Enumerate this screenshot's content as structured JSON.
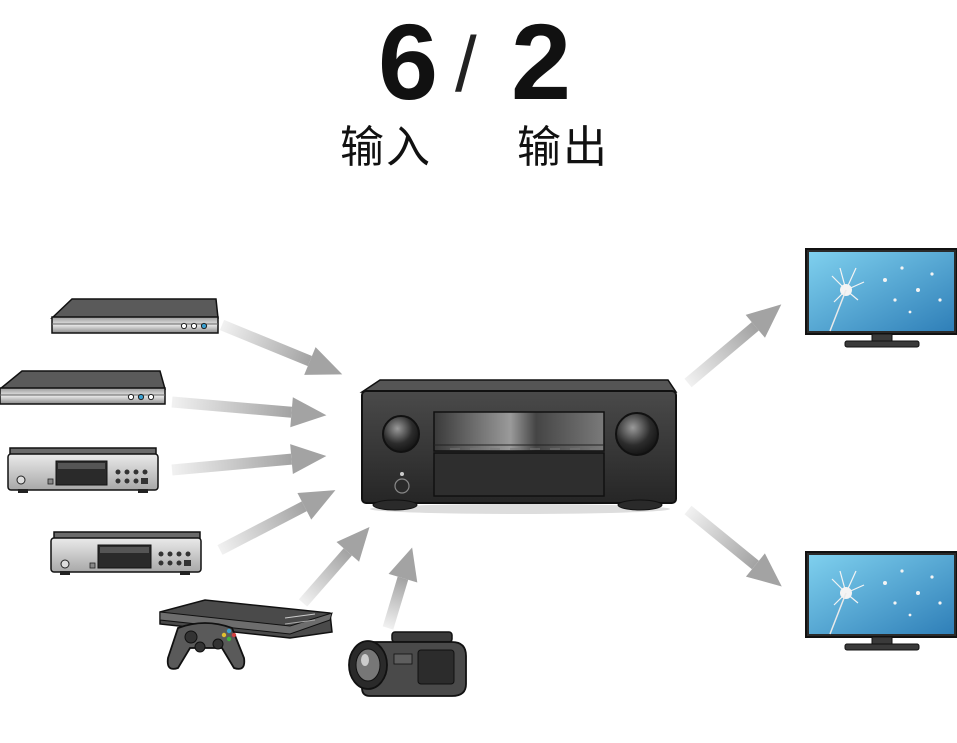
{
  "header": {
    "inputs_count": "6",
    "outputs_count": "2",
    "slash": "/",
    "inputs_label": "输入",
    "outputs_label": "输出"
  },
  "devices": {
    "sources": [
      {
        "icon": "bluray-player-icon"
      },
      {
        "icon": "dvd-player-icon"
      },
      {
        "icon": "cd-player-icon"
      },
      {
        "icon": "media-player-icon"
      },
      {
        "icon": "game-console-icon"
      },
      {
        "icon": "camcorder-icon"
      }
    ],
    "receiver": {
      "icon": "av-receiver-icon"
    },
    "outputs": [
      {
        "icon": "tv-icon"
      },
      {
        "icon": "tv-icon"
      }
    ]
  },
  "colors": {
    "arrow": "#a3a3a3",
    "receiver_body": "#3a3a3a",
    "tv_screen": "#3a8fc0"
  }
}
